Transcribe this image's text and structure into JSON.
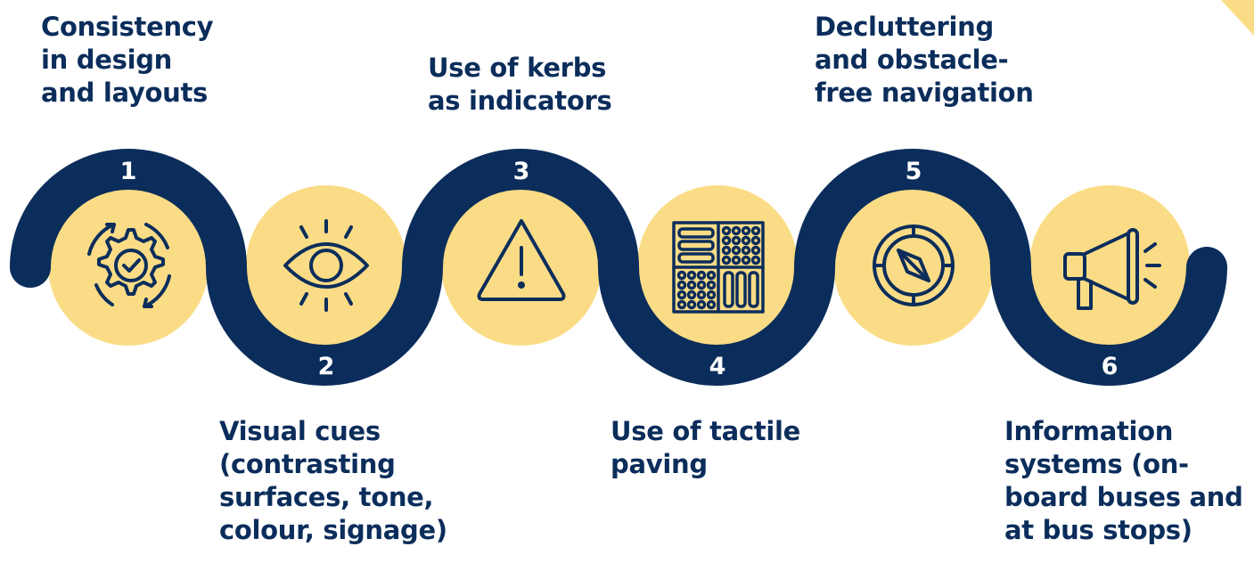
{
  "colors": {
    "navy": "#0b2d5b",
    "yellow": "#fbdc86",
    "white": "#ffffff"
  },
  "steps": [
    {
      "number": "1",
      "label": "Consistency\nin design\nand layouts",
      "icon": "gear-check-icon"
    },
    {
      "number": "2",
      "label": "Visual cues\n(contrasting\nsurfaces, tone,\ncolour, signage)",
      "icon": "eye-icon"
    },
    {
      "number": "3",
      "label": "Use of kerbs\nas indicators",
      "icon": "warning-triangle-icon"
    },
    {
      "number": "4",
      "label": "Use of tactile\npaving",
      "icon": "tactile-paving-icon"
    },
    {
      "number": "5",
      "label": "Decluttering\nand obstacle-\nfree navigation",
      "icon": "compass-icon"
    },
    {
      "number": "6",
      "label": "Information\nsystems (on-\nboard buses and\nat bus stops)",
      "icon": "megaphone-icon"
    }
  ]
}
